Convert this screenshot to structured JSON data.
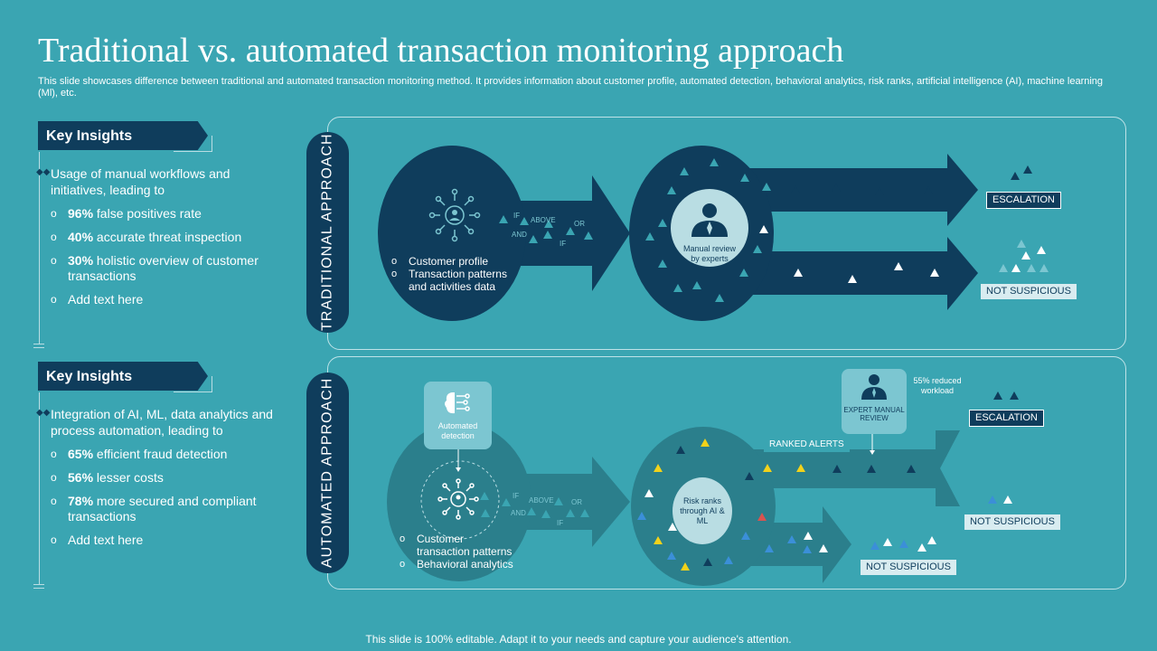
{
  "title": "Traditional vs. automated transaction monitoring approach",
  "subtitle": "This slide showcases difference between traditional and automated transaction monitoring method. It provides information about customer profile, automated detection, behavioral analytics, risk ranks, artificial intelligence (AI), machine learning (Ml), etc.",
  "footer": "This slide is 100% editable. Adapt it to your needs and capture your audience's attention.",
  "colors": {
    "background": "#3aa5b2",
    "dark_navy": "#0f3d5c",
    "teal_dark": "#2b7f8c",
    "light_box": "#d8ecf0"
  },
  "traditional": {
    "insights_header": "Key Insights",
    "intro": "Usage of manual workflows and initiatives, leading to",
    "bullets": [
      {
        "value": "96%",
        "text": " false positives rate"
      },
      {
        "value": "40%",
        "text": " accurate threat inspection"
      },
      {
        "value": "30%",
        "text": " holistic overview of customer transactions"
      },
      {
        "value": "",
        "text": "Add text here"
      }
    ],
    "label": "TRADITIONAL  APPROACH",
    "input_items": [
      "Customer profile",
      "Transaction patterns",
      "and activities data"
    ],
    "logic_words": {
      "if": "IF",
      "above": "ABOVE",
      "or": "OR",
      "and": "AND",
      "if2": "IF"
    },
    "review_label": "Manual review by experts",
    "escalation": "ESCALATION",
    "not_suspicious": "NOT SUSPICIOUS",
    "icons": [
      "network-person-icon",
      "expert-person-icon",
      "warning-triangle-icon"
    ]
  },
  "automated": {
    "insights_header": "Key Insights",
    "intro": "Integration of AI, ML, data analytics and process automation, leading to",
    "bullets": [
      {
        "value": "65%",
        "text": " efficient fraud detection"
      },
      {
        "value": "56%",
        "text": " lesser costs"
      },
      {
        "value": "78%",
        "text": " more secured and compliant transactions"
      },
      {
        "value": "",
        "text": "Add text here"
      }
    ],
    "label": "AUTOMATED  APPROACH",
    "detection_label": "Automated detection",
    "input_items": [
      "Customer",
      "transaction patterns",
      "Behavioral analytics"
    ],
    "logic_words": {
      "if": "IF",
      "above": "ABOVE",
      "or": "OR",
      "and": "AND",
      "if2": "IF"
    },
    "risk_label": "Risk ranks through AI & ML",
    "ranked_alerts": "RANKED ALERTS",
    "expert_label": "EXPERT MANUAL REVIEW",
    "reduced_workload": "55% reduced workload",
    "escalation": "ESCALATION",
    "not_suspicious_1": "NOT SUSPICIOUS",
    "not_suspicious_2": "NOT SUSPICIOUS",
    "icons": [
      "brain-circuit-icon",
      "network-person-icon",
      "expert-person-icon",
      "warning-triangle-icon"
    ]
  }
}
